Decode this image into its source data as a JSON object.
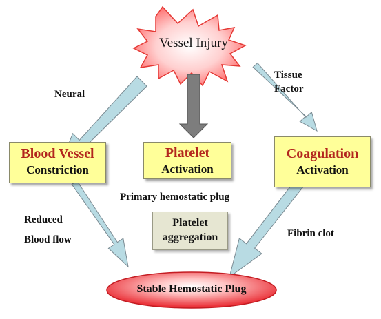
{
  "injury": {
    "label": "Vessel  Injury"
  },
  "paths": {
    "neural": "Neural",
    "tissue_factor_line1": "Tissue",
    "tissue_factor_line2": "Factor"
  },
  "boxes": {
    "vessel": {
      "title": "Blood Vessel",
      "subtitle": "Constriction"
    },
    "platelet": {
      "title": "Platelet",
      "subtitle": "Activation"
    },
    "coagulation": {
      "title": "Coagulation",
      "subtitle": "Activation"
    }
  },
  "primary_plug": "Primary hemostatic plug",
  "aggregation": {
    "line1": "Platelet",
    "line2": "aggregation"
  },
  "outcomes": {
    "reduced_line1": "Reduced",
    "reduced_line2": "Blood flow",
    "fibrin": "Fibrin clot"
  },
  "stable_plug": "Stable  Hemostatic Plug",
  "colors": {
    "burst_fill": "#ff8a8a",
    "burst_stroke": "#e53935",
    "box_fill": "#ffff99",
    "box_title": "#b3261e",
    "arrow_fill": "#b8dbe3",
    "arrow_stroke": "#7a8a92",
    "center_arrow": "#7d7d7d",
    "plug_fill": "#e8222a"
  },
  "icons": {
    "injury_shape": "starburst-icon",
    "plug_shape": "ellipse"
  }
}
